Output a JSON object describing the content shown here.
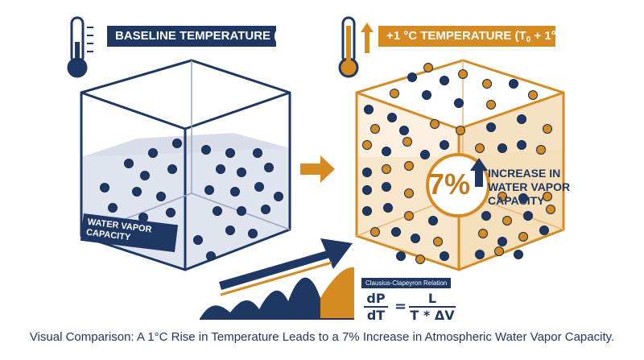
{
  "left_panel": {
    "title": "BASELINE TEMPERATURE (T",
    "title_sub": "0",
    "title_end": ")",
    "label_line1": "WATER VAPOR",
    "label_line2": "CAPACITY"
  },
  "right_panel": {
    "title": "+1 °C TEMPERATURE (T",
    "title_sub": "0",
    "title_end": " + 1°C)",
    "percent": "7%",
    "increase_line1": "INCREASE IN",
    "increase_line2": "WATER VAPOR",
    "increase_line3": "CAPACITY"
  },
  "formula": {
    "badge": "Clausius-Clapeyron Relation",
    "lhs_num": "dP",
    "lhs_den": "dT",
    "equals": "=",
    "rhs_num": "L",
    "rhs_den": "T * ΔV"
  },
  "caption": "Visual Comparison: A 1°C Rise in Temperature Leads to a 7% Increase in Atmospheric Water Vapor Capacity.",
  "colors": {
    "navy": "#1f3763",
    "orange": "#d58a22",
    "water": "#dfe4ee",
    "orange_tint": "#fbf0e0"
  },
  "icons": [
    "thermometer-cold-icon",
    "thermometer-hot-icon",
    "up-arrow-icon",
    "right-arrow-icon",
    "trend-arrow-icon",
    "wave-chart-icon"
  ]
}
